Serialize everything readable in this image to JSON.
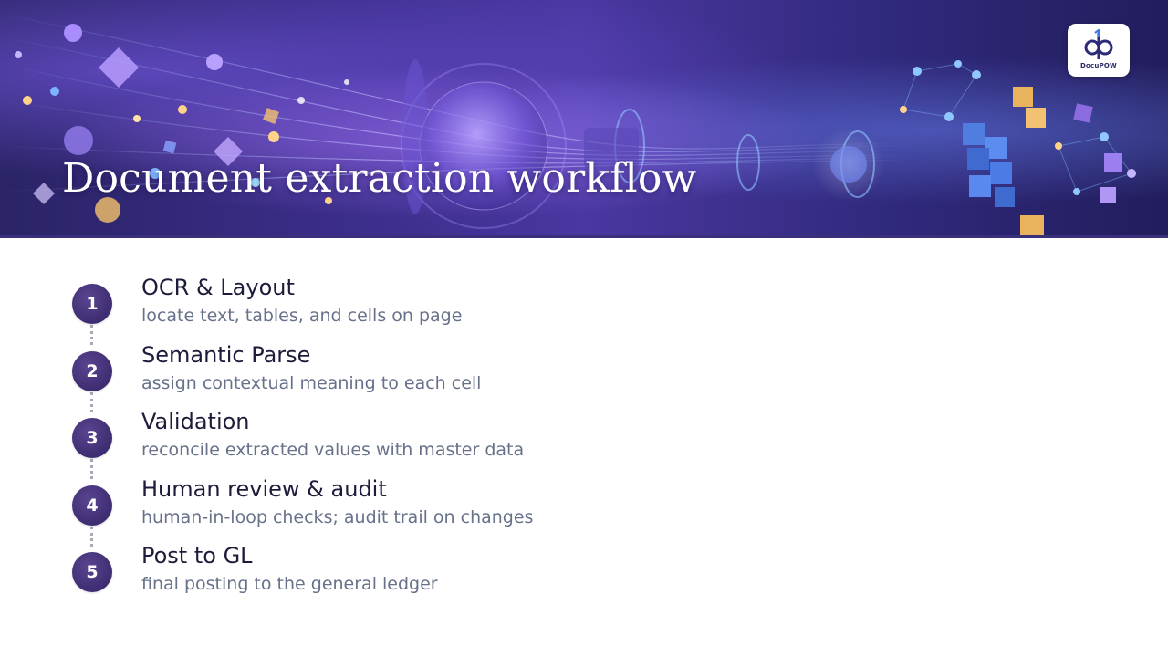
{
  "title": "Document extraction workflow",
  "logo": {
    "caption": "DocuPOW",
    "monogram": "dp",
    "mark_number": "1"
  },
  "steps": [
    {
      "number": "1",
      "title": "OCR & Layout",
      "description": "locate text, tables, and cells on page"
    },
    {
      "number": "2",
      "title": "Semantic Parse",
      "description": "assign contextual meaning to each cell"
    },
    {
      "number": "3",
      "title": "Validation",
      "description": "reconcile extracted values with master data"
    },
    {
      "number": "4",
      "title": "Human review & audit",
      "description": "human-in-loop checks; audit trail on changes"
    },
    {
      "number": "5",
      "title": "Post to GL",
      "description": "final posting to the general ledger"
    }
  ],
  "colors": {
    "accent": "#3e2d72",
    "title_text": "#1d1c3a",
    "description_text": "#67718a",
    "banner": "#3b2d8a"
  }
}
